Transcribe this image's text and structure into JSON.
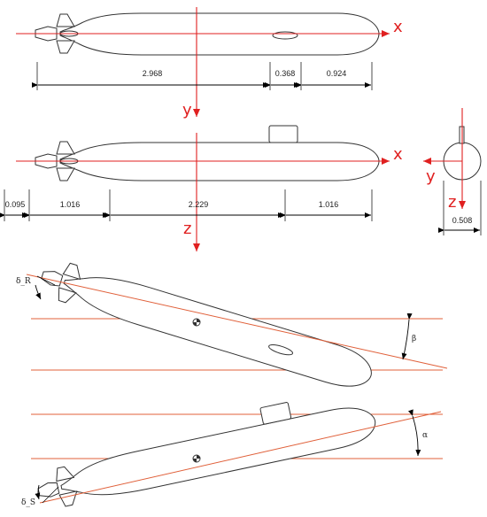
{
  "axes": {
    "x": "x",
    "y": "y",
    "z": "z"
  },
  "dimensions": {
    "top_view": [
      "2.968",
      "0.368",
      "0.924"
    ],
    "side_view": [
      "0.095",
      "1.016",
      "2.229",
      "1.016"
    ],
    "front_view": [
      "0.508"
    ]
  },
  "angles": {
    "rudder": "δ_R",
    "drift": "β",
    "attack": "α",
    "stern_plane": "δ_S"
  },
  "colors": {
    "axis": "#e02020",
    "reference_line": "#e0603a",
    "outline": "#333333"
  }
}
